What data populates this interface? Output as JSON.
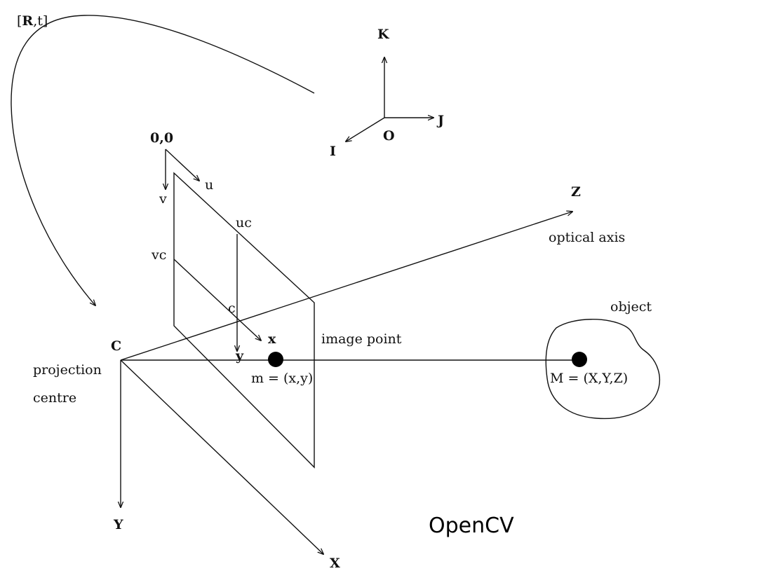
{
  "labels": {
    "rt_prefix": "[",
    "rt_r": "R",
    "rt_suffix": ",t]",
    "world_k": "K",
    "world_j": "J",
    "world_i": "I",
    "world_o": "O",
    "origin": "0,0",
    "axis_u": "u",
    "axis_v": "v",
    "uc": "uc",
    "vc": "vc",
    "principal_point": "c",
    "image_x": "x",
    "image_y": "y",
    "axis_Z": "Z",
    "optical_axis": "optical axis",
    "object": "object",
    "image_point": "image point",
    "center_C": "C",
    "projection": "projection",
    "centre": "centre",
    "point_m": "m = (x,y)",
    "point_M": "M = (X,Y,Z)",
    "axis_Y": "Y",
    "axis_X": "X"
  },
  "watermark": "OpenCV"
}
